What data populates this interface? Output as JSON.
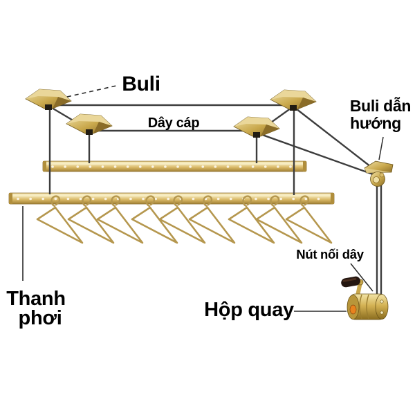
{
  "diagram": {
    "type": "product-annotation-diagram",
    "subject": "ceiling-mounted pulley clothes drying rack",
    "background": "#ffffff",
    "labels": {
      "buli": "Buli",
      "day_cap": "Dây cáp",
      "buli_dan_huong": "Buli dẫn hướng",
      "buli_dan_huong_line1": "Buli dẫn",
      "buli_dan_huong_line2": "hướng",
      "nut_noi_day": "Nút nối dây",
      "hop_quay": "Hộp quay",
      "thanh_phoi": "Thanh phơi",
      "thanh_phoi_line1": "Thanh",
      "thanh_phoi_line2": "phơi"
    },
    "components": {
      "ceiling_pulleys": 4,
      "guide_pulleys": 1,
      "drying_bars": 2,
      "hangers": 9,
      "crank_boxes": 1
    },
    "colors": {
      "text": "#000000",
      "cable": "#3d3d3d",
      "brass": "#c9a84c",
      "brass_light": "#f0e2ac",
      "brass_dark": "#7a5f22",
      "hanger_wire": "#b5974e",
      "handle_grip": "#241610",
      "crank_button_orange": "#e8821e"
    }
  }
}
